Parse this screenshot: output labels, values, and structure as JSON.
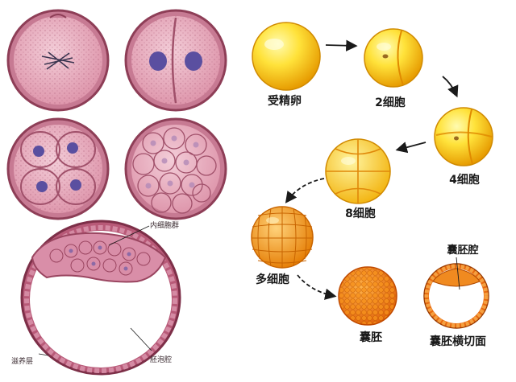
{
  "left_panel": {
    "annotations": {
      "inner_cell_mass": "内细胞群",
      "trophoblast": "滋养层",
      "blastocoel": "胚泡腔"
    }
  },
  "right_panel": {
    "stages": [
      {
        "id": "zygote",
        "label": "受精卵"
      },
      {
        "id": "two_cell",
        "label": "2细胞"
      },
      {
        "id": "four_cell",
        "label": "4细胞"
      },
      {
        "id": "eight_cell",
        "label": "8细胞"
      },
      {
        "id": "morula",
        "label": "多细胞"
      },
      {
        "id": "blastocyst",
        "label": "囊胚"
      },
      {
        "id": "blastocyst_section",
        "label": "囊胚横切面"
      }
    ],
    "annotation_blastocoel": "囊胚腔"
  },
  "colors": {
    "membrane": "#9c4a60",
    "cytoplasm": "#e9b3c3",
    "nucleus": "#5a4fa0",
    "yolk_light": "#fff27a",
    "yolk_dark": "#f0a800",
    "morula_orange": "#f39a1e"
  }
}
